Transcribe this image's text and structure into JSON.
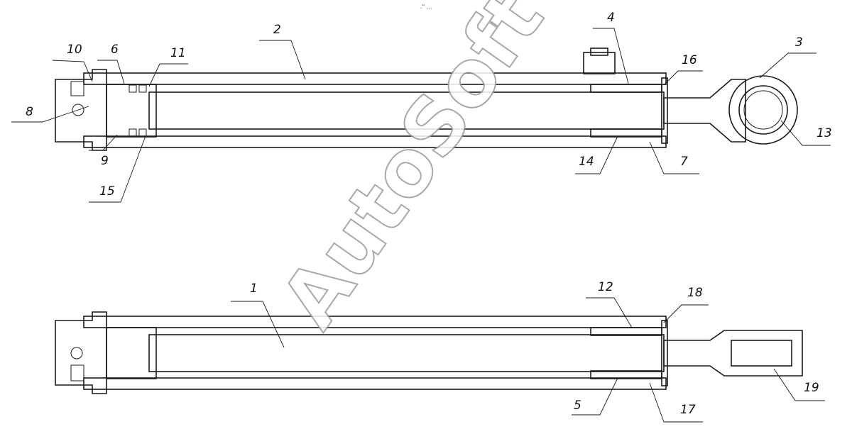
{
  "header": {
    "mark": ".\" ..."
  },
  "watermark": "AutoSoft",
  "callouts": {
    "c1": "1",
    "c2": "2",
    "c3": "3",
    "c4": "4",
    "c5": "5",
    "c6": "6",
    "c7": "7",
    "c8": "8",
    "c9": "9",
    "c10": "10",
    "c11": "11",
    "c12": "12",
    "c13": "13",
    "c14": "14",
    "c15": "15",
    "c16": "16",
    "c17": "17",
    "c18": "18",
    "c19": "19"
  }
}
